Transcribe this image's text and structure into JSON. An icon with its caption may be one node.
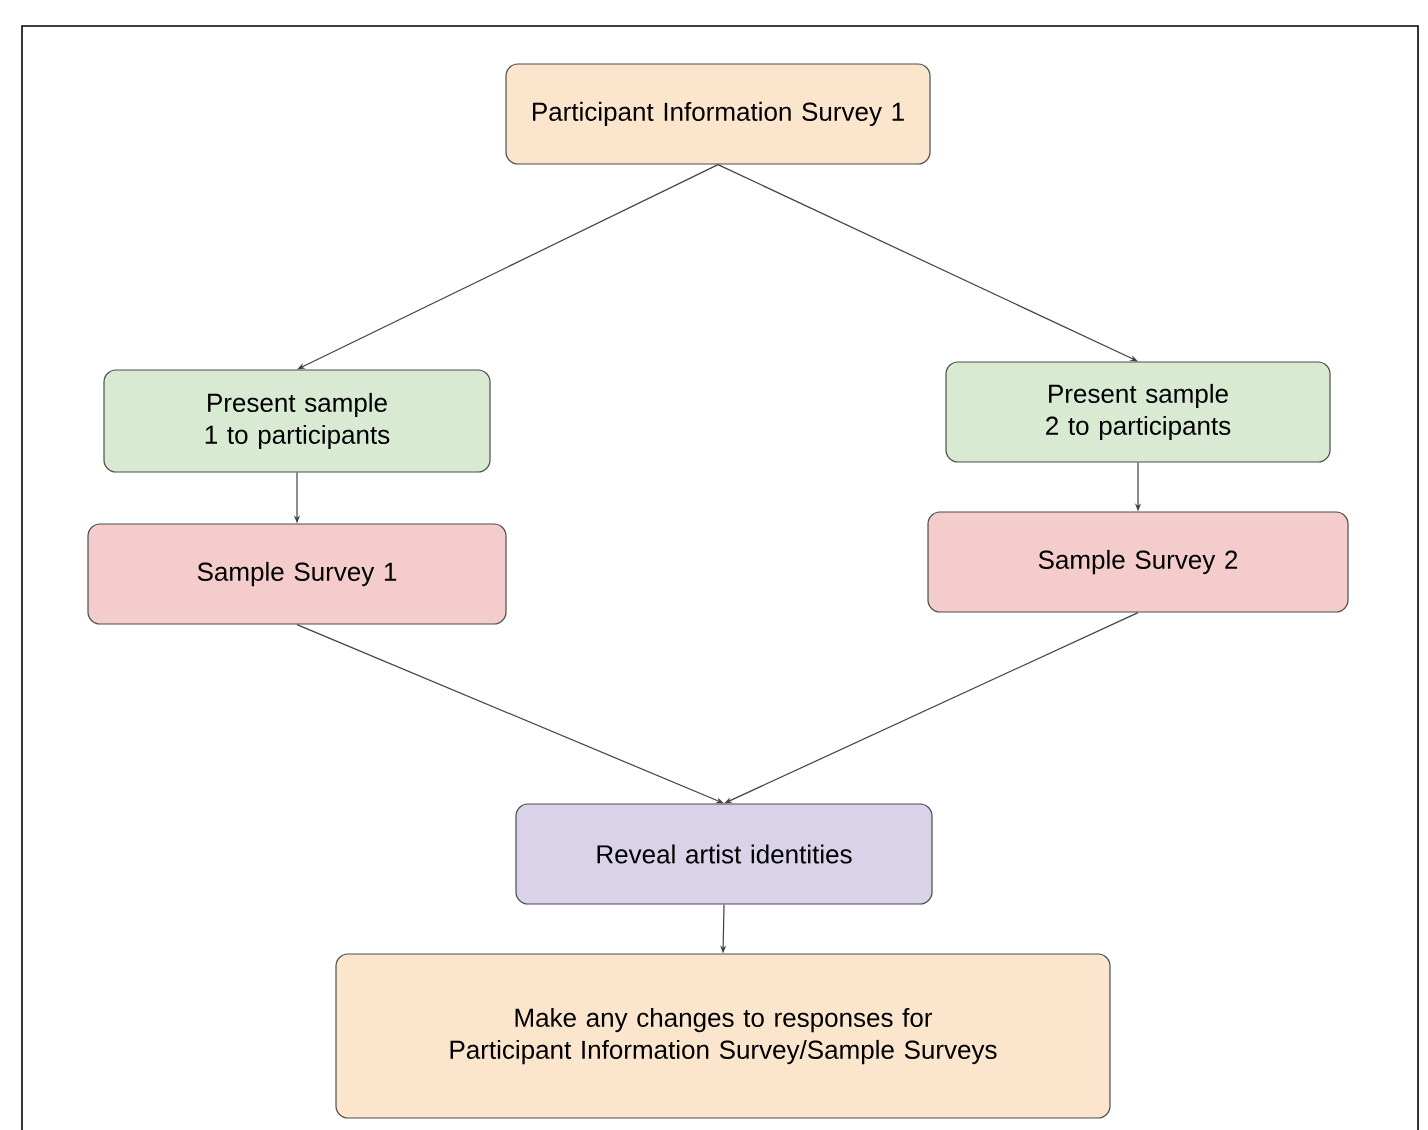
{
  "diagram": {
    "nodes": [
      {
        "text": [
          "Participant Information Survey 1"
        ]
      },
      {
        "text": [
          "Present sample 1 to participants"
        ]
      },
      {
        "text": [
          "Present sample 2 to participants"
        ]
      },
      {
        "text": [
          "Sample Survey 1"
        ]
      },
      {
        "text": [
          "Sample Survey 2"
        ]
      },
      {
        "text": [
          "Reveal artist identities"
        ]
      },
      {
        "text": [
          "Make any changes to responses for Participant Information Survey/Sample Surveys"
        ]
      }
    ],
    "edges": [
      {
        "from": 0,
        "to": 1,
        "arrow": "to"
      },
      {
        "from": 0,
        "to": 2,
        "arrow": "to"
      },
      {
        "from": 1,
        "to": 3,
        "arrow": "to"
      },
      {
        "from": 2,
        "to": 4,
        "arrow": "to"
      },
      {
        "from": 3,
        "to": 5,
        "arrow": "to"
      },
      {
        "from": 4,
        "to": 5,
        "arrow": "to"
      },
      {
        "from": 5,
        "to": 6,
        "arrow": "to"
      }
    ]
  }
}
